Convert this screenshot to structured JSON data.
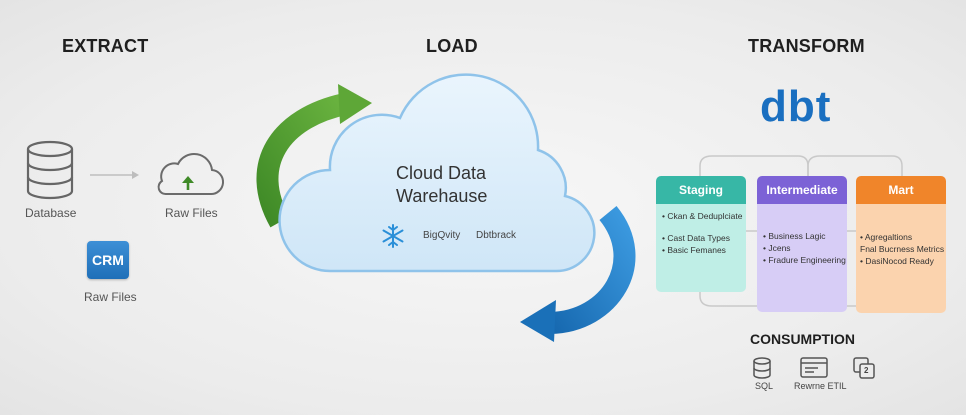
{
  "sections": {
    "extract": "EXTRACT",
    "load": "LOAD",
    "transform": "TRANSFORM",
    "consumption": "CONSUMPTION"
  },
  "extract": {
    "database_label": "Database",
    "raw_files_label": "Raw Files",
    "crm_text": "CRM",
    "crm_label": "Raw Files"
  },
  "warehouse": {
    "title_line1": "Cloud Data",
    "title_line2": "Warehause",
    "logo_bigquery": "BigQvity",
    "logo_databricks": "Dbtbrack"
  },
  "dbt_logo": "dbt",
  "stages": [
    {
      "title": "Staging",
      "items": [
        "• Ckan & Deduplciate",
        "• Cast Data Types",
        "• Basic Femanes"
      ],
      "colors": {
        "head": "#37b7a6",
        "body": "#bfeee6"
      }
    },
    {
      "title": "Intermediate",
      "items": [
        "• Business Lagic",
        "• Jcens",
        "• Fradure Engineering"
      ],
      "colors": {
        "head": "#7c62d6",
        "body": "#d7cdf6"
      }
    },
    {
      "title": "Mart",
      "items": [
        "• Agregaltions",
        "Fnal Bucrness Metrics",
        "• DasiNocod Ready"
      ],
      "colors": {
        "head": "#f0852a",
        "body": "#fbd3ae"
      }
    }
  ],
  "consumption": {
    "sql_label": "SQL",
    "etl_label": "Rewrne ETIL",
    "third_badge": "2"
  },
  "colors": {
    "green_arrow": "#4a9a2f",
    "blue_arrow": "#1f7cc6",
    "dbt": "#1a6fc0",
    "cloud_fill": "#dcedf9",
    "cloud_stroke": "#8fc3ea",
    "snowflake": "#2a8fd8"
  },
  "icons": [
    "database-icon",
    "cloud-upload-icon",
    "crm-icon",
    "snowflake-icon",
    "sql-icon",
    "etl-window-icon",
    "stack-icon"
  ]
}
